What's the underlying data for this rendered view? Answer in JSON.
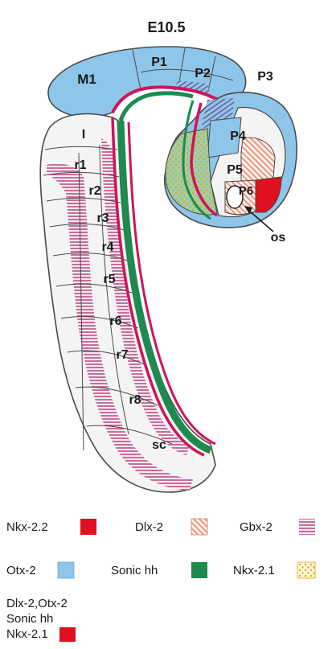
{
  "title": "E10.5",
  "regions": {
    "M1": "M1",
    "P1": "P1",
    "P2": "P2",
    "P3": "P3",
    "P4": "P4",
    "P5": "P5",
    "P6": "P6",
    "I": "I",
    "r1": "r1",
    "r2": "r2",
    "r3": "r3",
    "r4": "r4",
    "r5": "r5",
    "r6": "r6",
    "r7": "r7",
    "r8": "r8",
    "sc": "sc",
    "os": "os"
  },
  "legend": [
    {
      "label": "Nkx-2.2",
      "swatch": "nkx22"
    },
    {
      "label": "Dlx-2",
      "swatch": "dlx2"
    },
    {
      "label": "Gbx-2",
      "swatch": "gbx2"
    },
    {
      "label": "Otx-2",
      "swatch": "otx2"
    },
    {
      "label": "Sonic hh",
      "swatch": "shh"
    },
    {
      "label": "Nkx-2.1",
      "swatch": "nkx21"
    }
  ],
  "combo_legend": {
    "lines": [
      "Dlx-2,Otx-2",
      "Sonic hh",
      "Nkx-2.1"
    ],
    "swatch": "combo"
  },
  "colors": {
    "nkx22": "#e01020",
    "otx2": "#8ec6ea",
    "shh": "#1e8a4e",
    "dlx2": "#e87a60",
    "gbx2": "#b03a78",
    "nkx21": "#e8c020",
    "outline": "#4a4a4a",
    "cell_fill": "#f4f4f4"
  }
}
